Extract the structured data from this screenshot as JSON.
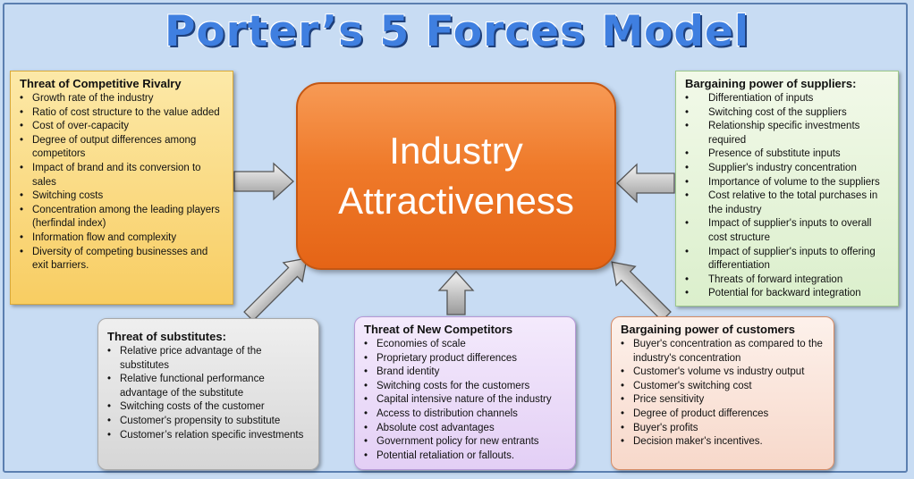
{
  "title": "Porter’s 5 Forces Model",
  "center": {
    "line1": "Industry",
    "line2": "Attractiveness"
  },
  "rivalry": {
    "heading": "Threat of Competitive Rivalry",
    "items": [
      "Growth rate of the industry",
      "Ratio of cost structure to the value added",
      "Cost of over-capacity",
      "Degree of output differences among competitors",
      "Impact of brand and its conversion to sales",
      "Switching costs",
      "Concentration among the leading players (herfindal index)",
      "Information flow and complexity",
      "Diversity of competing businesses and exit barriers."
    ]
  },
  "suppliers": {
    "heading": "Bargaining power of suppliers:",
    "items": [
      "Differentiation of inputs",
      "Switching cost of the suppliers",
      "Relationship specific investments required",
      "Presence of substitute inputs",
      "Supplier's industry concentration",
      "Importance of volume to the suppliers",
      "Cost relative to the total purchases in the industry",
      "Impact of supplier's inputs to overall cost structure",
      "Impact of supplier's inputs to offering differentiation",
      "Threats of forward integration",
      "Potential for backward integration"
    ]
  },
  "substitutes": {
    "heading": "Threat of substitutes:",
    "items": [
      "Relative price advantage of the substitutes",
      "Relative functional performance advantage of the substitute",
      "Switching costs of the customer",
      "Customer's propensity to substitute",
      "Customer’s relation specific investments"
    ]
  },
  "entrants": {
    "heading": "Threat of New Competitors",
    "items": [
      "Economies of scale",
      "Proprietary product differences",
      "Brand identity",
      "Switching costs for the customers",
      "Capital intensive nature of the industry",
      "Access to distribution channels",
      "Absolute cost advantages",
      "Government policy for new entrants",
      "Potential retaliation or fallouts."
    ]
  },
  "customers": {
    "heading": "Bargaining power of customers",
    "items": [
      "Buyer's concentration as compared to the industry's concentration",
      "Customer's volume vs industry output",
      "Customer's switching cost",
      "Price sensitivity",
      "Degree of product differences",
      "Buyer's profits",
      "Decision maker's incentives."
    ]
  },
  "colors": {
    "title": "#3f7fe0",
    "center": "#ef7a2a",
    "arrow": "#b0b0b0"
  }
}
